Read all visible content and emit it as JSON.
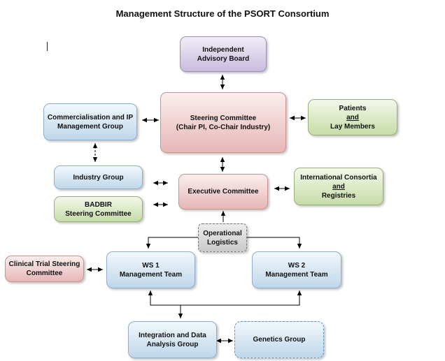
{
  "title": "Management Structure of the PSORT Consortium",
  "nodes": {
    "advisory_board": [
      "Independent",
      "Advisory Board"
    ],
    "steering_committee": [
      "Steering Committee",
      "(Chair PI, Co-Chair Industry)"
    ],
    "commercialisation": [
      "Commercialisation and IP",
      "Management Group"
    ],
    "patients": [
      "Patients",
      "and",
      "Lay Members"
    ],
    "industry_group": [
      "Industry Group"
    ],
    "executive_committee": [
      "Executive Committee"
    ],
    "international": [
      "International Consortia",
      "and",
      "Registries"
    ],
    "badbir": [
      "BADBIR",
      "Steering Committee"
    ],
    "operational_logistics": [
      "Operational",
      "Logistics"
    ],
    "clinical_trial": [
      "Clinical Trial Steering",
      "Committee"
    ],
    "ws1": [
      "WS 1",
      "Management Team"
    ],
    "ws2": [
      "WS 2",
      "Management Team"
    ],
    "integration": [
      "Integration and Data",
      "Analysis Group"
    ],
    "genetics": [
      "Genetics Group"
    ]
  },
  "colors": {
    "purple_box": "#c9bcdd",
    "red_box": "#e7b7b7",
    "blue_box": "#bfd7ea",
    "green_box": "#c7dca8",
    "gray_box": "#c9c9c9"
  }
}
